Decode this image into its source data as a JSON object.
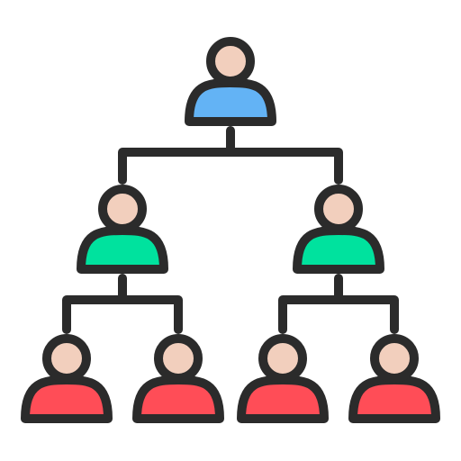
{
  "diagram": {
    "type": "org-chart-icon",
    "colors": {
      "outline": "#2b2b2b",
      "skin": "#f2cfbd",
      "top_level": "#63b3f5",
      "middle_level": "#00e29e",
      "bottom_level": "#ff4d57",
      "background": "#ffffff"
    },
    "nodes": [
      {
        "id": "root",
        "level": "top_level",
        "icon": "person-icon"
      },
      {
        "id": "manager-left",
        "level": "middle_level",
        "icon": "person-icon",
        "parent": "root"
      },
      {
        "id": "manager-right",
        "level": "middle_level",
        "icon": "person-icon",
        "parent": "root"
      },
      {
        "id": "staff-1",
        "level": "bottom_level",
        "icon": "person-icon",
        "parent": "manager-left"
      },
      {
        "id": "staff-2",
        "level": "bottom_level",
        "icon": "person-icon",
        "parent": "manager-left"
      },
      {
        "id": "staff-3",
        "level": "bottom_level",
        "icon": "person-icon",
        "parent": "manager-right"
      },
      {
        "id": "staff-4",
        "level": "bottom_level",
        "icon": "person-icon",
        "parent": "manager-right"
      }
    ]
  }
}
